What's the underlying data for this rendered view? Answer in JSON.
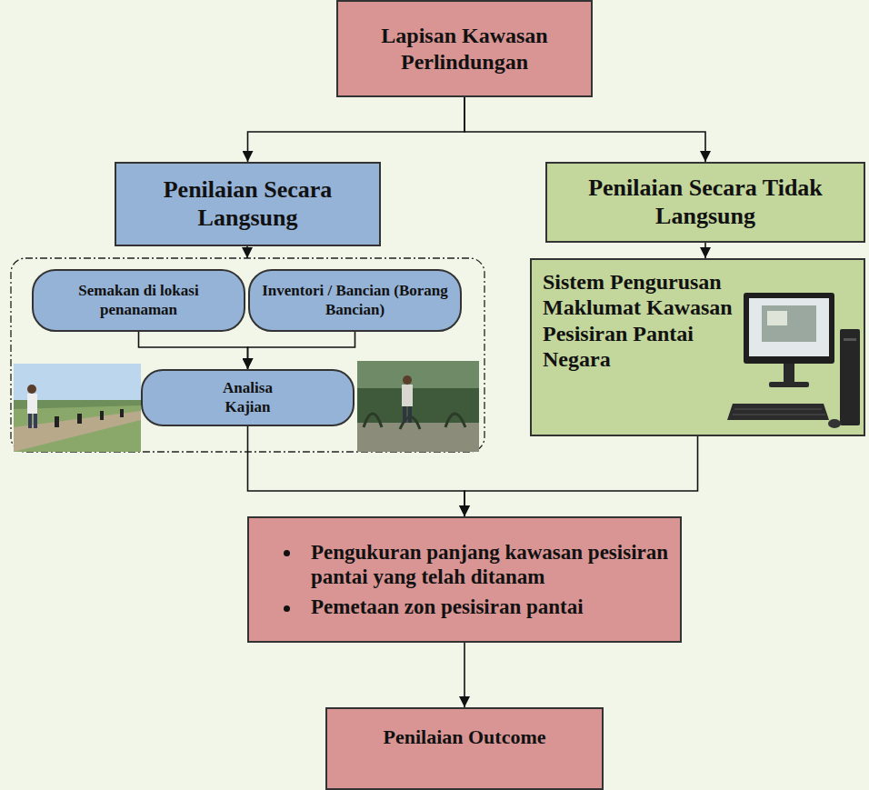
{
  "diagram": {
    "nodes": [
      {
        "text": [
          "Lapisan Kawasan Perlindungan"
        ]
      },
      {
        "text": [
          "Penilaian Secara Langsung"
        ]
      },
      {
        "text": [
          "Penilaian Secara Tidak Langsung"
        ]
      },
      {
        "text": [
          "Semakan di lokasi penanaman"
        ]
      },
      {
        "text": [
          "Inventori / Bancian (Borang Bancian)"
        ]
      },
      {
        "text": [
          "Analisa Kajian"
        ]
      },
      {
        "text": [
          "Sistem Pengurusan Maklumat Kawasan Pesisiran Pantai Negara"
        ]
      },
      {
        "text": [
          "Pengukuran panjang kawasan pesisiran pantai yang telah ditanam",
          "Pemetaan zon pesisiran pantai"
        ]
      },
      {
        "text": [
          "Penilaian Outcome"
        ]
      }
    ],
    "edges": [
      {
        "from": 0,
        "to": 1,
        "arrow": "to"
      },
      {
        "from": 0,
        "to": 2,
        "arrow": "to"
      },
      {
        "from": 2,
        "to": 6,
        "arrow": "to"
      },
      {
        "from": 3,
        "to": 5,
        "arrow": "to"
      },
      {
        "from": 4,
        "to": 5,
        "arrow": "to"
      },
      {
        "from": 5,
        "to": 7,
        "arrow": "to"
      },
      {
        "from": 6,
        "to": 7,
        "arrow": "to"
      },
      {
        "from": 7,
        "to": 8,
        "arrow": "to"
      }
    ]
  }
}
